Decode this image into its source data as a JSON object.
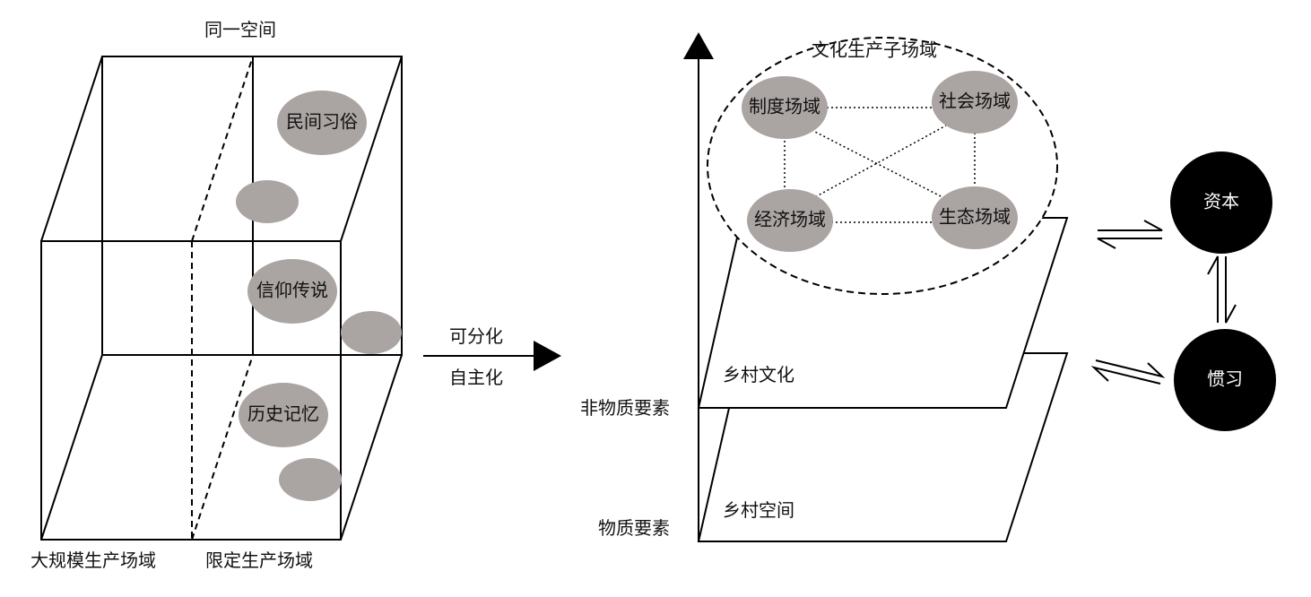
{
  "left_cube": {
    "top_label": "同一空间",
    "bottom_left_label": "大规模生产场域",
    "bottom_right_label": "限定生产场域",
    "ellipses": [
      "民间习俗",
      "信仰传说",
      "历史记忆"
    ]
  },
  "transition": {
    "top_label": "可分化",
    "bottom_label": "自主化"
  },
  "right_model": {
    "subfield_title": "文化生产子场域",
    "nodes": [
      "制度场域",
      "社会场域",
      "经济场域",
      "生态场域"
    ],
    "upper_plane_label": "乡村文化",
    "lower_plane_label": "乡村空间",
    "axis_label_upper": "非物质要素",
    "axis_label_lower": "物质要素"
  },
  "far_right": {
    "capital": "资本",
    "habitus": "惯习"
  },
  "colors": {
    "ellipse_fill": "#aaa4a2",
    "circle_fill": "#000000",
    "stroke": "#000000"
  }
}
